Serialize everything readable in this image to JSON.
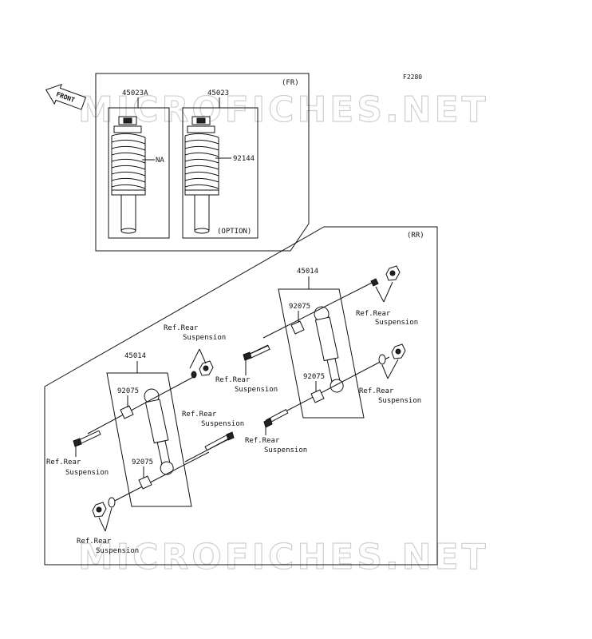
{
  "diagram_code": "F2280",
  "watermark": "MICROFICHES.NET",
  "front_arrow": "FRONT",
  "front_section": {
    "tag": "(FR)",
    "parts": {
      "shock_a": "45023A",
      "shock_b": "45023",
      "na": "NA",
      "spring": "92144"
    },
    "option_label": "(OPTION)"
  },
  "rear_section": {
    "tag": "(RR)",
    "parts": {
      "shock_left": "45014",
      "shock_right": "45014",
      "bushing_left_top": "92075",
      "bushing_left_bottom": "92075",
      "bushing_right_top": "92075",
      "bushing_right_bottom": "92075"
    },
    "ref_line1": "Ref.Rear",
    "ref_line2": "Suspension"
  },
  "icons": [
    "front-arrow-icon",
    "shock-absorber-icon",
    "coil-spring-icon",
    "bolt-icon",
    "nut-icon",
    "washer-icon",
    "bushing-icon"
  ]
}
